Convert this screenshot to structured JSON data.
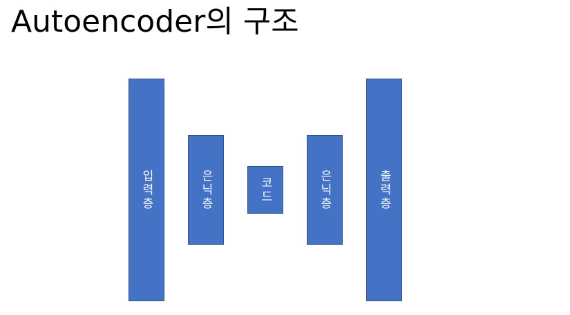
{
  "title": "Autoencoder의 구조",
  "colors": {
    "layer_fill": "#4472c4",
    "layer_border": "#2f528f",
    "layer_text": "#ffffff"
  },
  "layers": [
    {
      "label": "입력층"
    },
    {
      "label": "은닉층"
    },
    {
      "label": "코드"
    },
    {
      "label": "은닉층"
    },
    {
      "label": "출력층"
    }
  ]
}
